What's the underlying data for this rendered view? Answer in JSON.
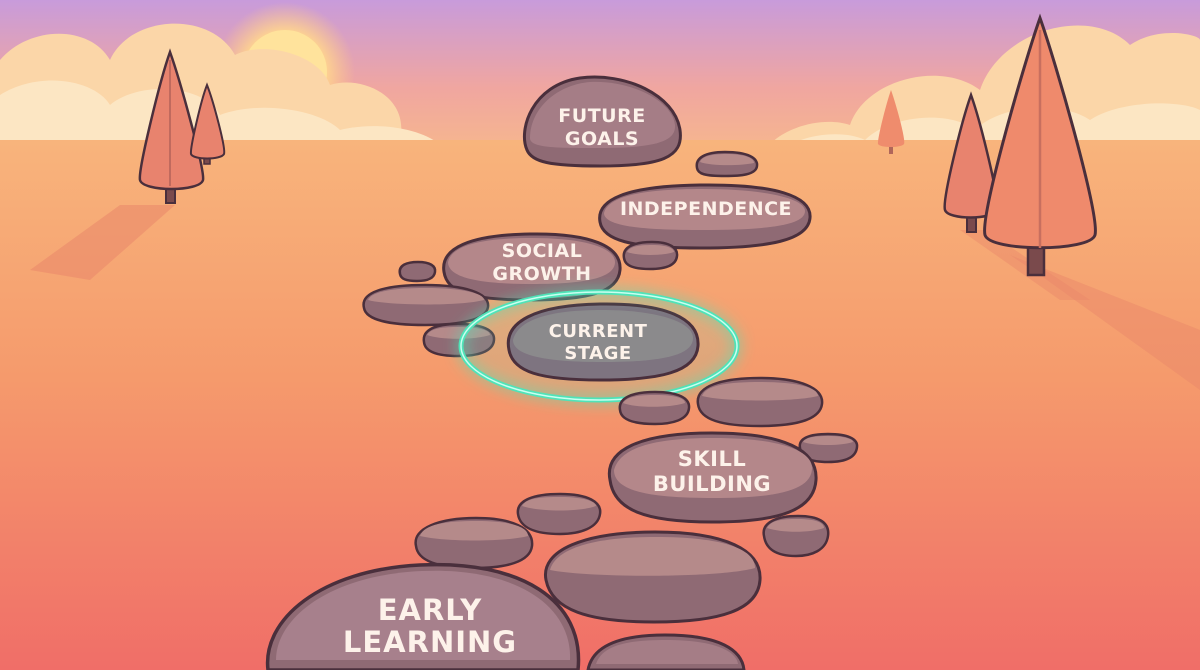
{
  "scene": {
    "stones": {
      "future_goals": [
        "FUTURE",
        "GOALS"
      ],
      "independence": [
        "INDEPENDENCE"
      ],
      "social_growth": [
        "SOCIAL",
        "GROWTH"
      ],
      "current_stage": [
        "CURRENT",
        "STAGE"
      ],
      "skill_building": [
        "SKILL",
        "BUILDING"
      ],
      "early_learning": [
        "EARLY",
        "LEARNING"
      ]
    },
    "highlighted_stone": "current_stage",
    "colors": {
      "sky_top": "#c79bd9",
      "sky_bottom": "#f6b48a",
      "ground_top": "#f7b079",
      "ground_bottom": "#f0736a",
      "stone_fill": "#a27880",
      "stone_rim": "#cfa393",
      "stone_outline": "#4a2f3c",
      "highlight_glow": "#4fe3b8",
      "label_text": "#fdf2ea"
    },
    "icons": [
      "cone-tree-icon",
      "sun-icon",
      "cloud-icon"
    ]
  }
}
